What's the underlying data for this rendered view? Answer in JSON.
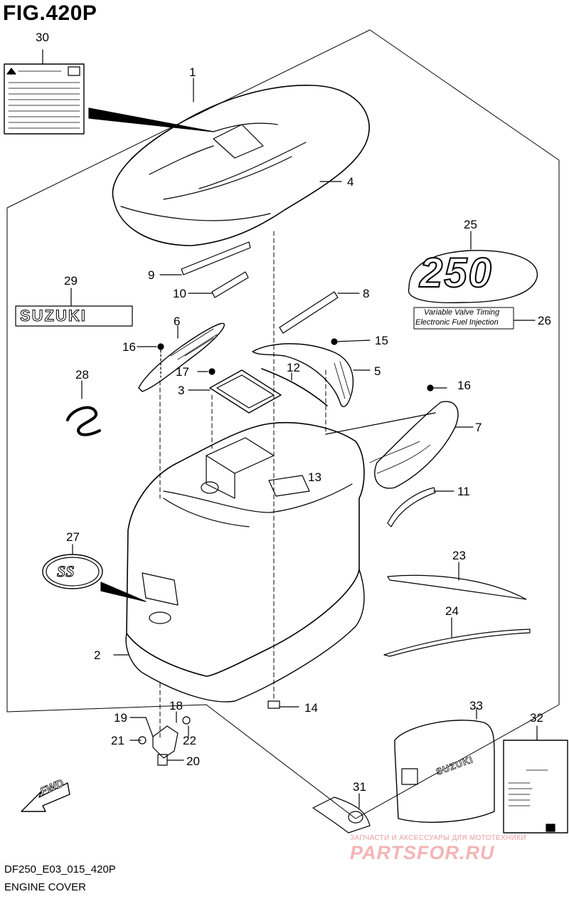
{
  "figure": {
    "title": "FIG.420P",
    "code": "DF250_E03_015_420P",
    "name": "ENGINE COVER"
  },
  "callouts": [
    "30",
    "1",
    "4",
    "25",
    "29",
    "9",
    "10",
    "8",
    "26",
    "6",
    "16",
    "15",
    "17",
    "12",
    "5",
    "3",
    "28",
    "16",
    "7",
    "13",
    "11",
    "27",
    "23",
    "24",
    "2",
    "14",
    "19",
    "18",
    "21",
    "22",
    "20",
    "33",
    "32",
    "31"
  ],
  "decals": {
    "horsepower": "250",
    "brand": "SUZUKI",
    "badge_ss": "SS",
    "vvt_line1": "Variable Valve Timing",
    "vvt_line2": "Electronic Fuel Injection",
    "fwd": "FWD",
    "cover_brand": "SUZUKI"
  },
  "watermark": {
    "small": "ЗАПЧАСТИ И АКСЕССУАРЫ ДЛЯ МОТОТЕХНИКИ",
    "big": "PARTSFOR.RU"
  },
  "colors": {
    "line": "#000000",
    "watermark": "#f4b5b5"
  }
}
